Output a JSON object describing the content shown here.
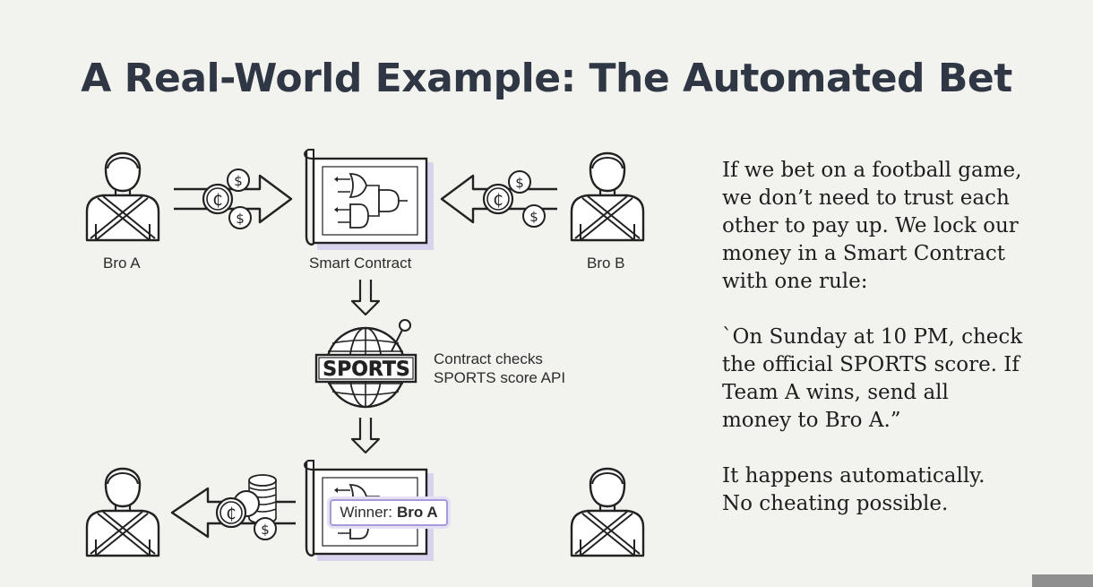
{
  "title": "A Real-World Example: The Automated Bet",
  "nodes": {
    "bro_a": "Bro A",
    "bro_b": "Bro B",
    "smart_contract": "Smart Contract",
    "oracle_badge": "SPORTS",
    "oracle_caption_line1": "Contract checks",
    "oracle_caption_line2": "SPORTS score API",
    "winner_prefix": "Winner:",
    "winner_name": "Bro A"
  },
  "explanation": {
    "p1_lines": [
      "If we bet on a football game,",
      "we don’t need to trust each",
      "other to pay up. We lock our",
      "money in a Smart Contract",
      "with one rule:"
    ],
    "p2_lines": [
      "`On Sunday at 10 PM, check",
      "the official SPORTS score. If",
      "Team A wins, send all",
      "money to Bro A.”"
    ],
    "p3_lines": [
      "It happens automatically.",
      "No cheating possible."
    ]
  },
  "colors": {
    "background": "#f2f2ef",
    "ink": "#2f3744",
    "accent_purple": "#a79ad8"
  },
  "icons": [
    "person-icon",
    "coin-icon",
    "logic-gate-scroll-icon",
    "globe-icon",
    "coin-stack-icon",
    "arrow-icon"
  ]
}
